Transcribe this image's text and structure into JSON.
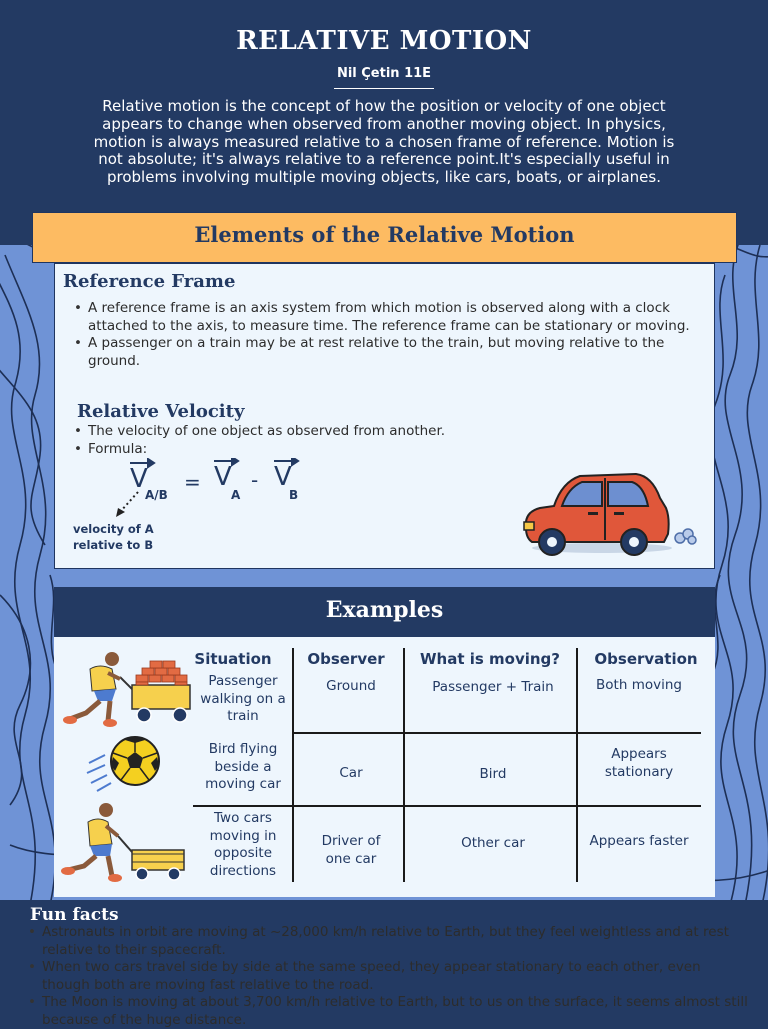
{
  "header": {
    "title": "RELATIVE MOTION",
    "author": "Nil Çetin 11E",
    "intro": "Relative motion is the concept of how the position or velocity of one object appears to change when observed from another moving object. In physics, motion is always measured relative to a chosen frame of reference. Motion is not absolute; it's always relative to a reference point.It's especially useful in problems involving multiple moving objects, like cars, boats, or airplanes."
  },
  "elements": {
    "banner": "Elements of the Relative Motion",
    "reference_frame": {
      "heading": "Reference Frame",
      "bullets": [
        "A reference frame is an axis system from which motion is observed along with a clock attached to the axis, to measure time. The reference frame can be stationary or moving.",
        "A passenger on a train may be at rest relative to the train, but moving relative to the ground."
      ]
    },
    "relative_velocity": {
      "heading": "Relative Velocity",
      "bullets": [
        "The velocity of one object as observed from another.",
        "Formula:"
      ],
      "formula": {
        "v": "V",
        "sub_ab": "A/B",
        "equals": "=",
        "minus": "-",
        "sub_a": "A",
        "sub_b": "B"
      },
      "note": "velocity of A relative to B"
    }
  },
  "examples": {
    "heading": "Examples",
    "columns": [
      "Situation",
      "Observer",
      "What is moving?",
      "Observation"
    ],
    "rows": [
      {
        "situation": "Passenger walking on a train",
        "observer": "Ground",
        "moving": "Passenger + Train",
        "observation": "Both moving"
      },
      {
        "situation": "Bird flying beside a moving car",
        "observer": "Car",
        "moving": "Bird",
        "observation": "Appears stationary"
      },
      {
        "situation": "Two cars moving in opposite directions",
        "observer": "Driver of one car",
        "moving": "Other car",
        "observation": "Appears faster"
      }
    ]
  },
  "fun_facts": {
    "heading": "Fun facts",
    "items": [
      "Astronauts in orbit are moving at ~28,000 km/h relative to Earth, but they feel weightless and at rest relative to their spacecraft.",
      "When two cars travel side by side at the same speed, they appear stationary to each other, even though both are moving fast relative to the road.",
      "The Moon is moving at about 3,700 km/h relative to Earth, but to us on the surface, it seems almost still because of the huge distance."
    ]
  },
  "colors": {
    "navy": "#233a63",
    "orange": "#fdbb62",
    "light_blue_bg": "#6f93d6",
    "panel": "#eef6fd",
    "car_red": "#e0573a"
  }
}
